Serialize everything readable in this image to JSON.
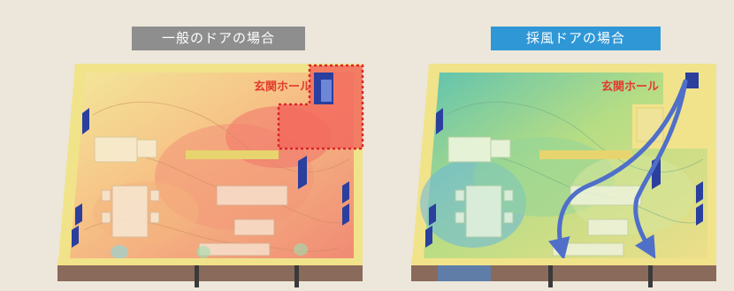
{
  "panels": {
    "left": {
      "title": "一般のドアの場合",
      "hall_label": "玄関ホール",
      "theme": "warm",
      "colors": {
        "label_bg": "#8e8e8e",
        "hall_text": "#e23b2e"
      }
    },
    "right": {
      "title": "採風ドアの場合",
      "hall_label": "玄関ホール",
      "theme": "cool",
      "colors": {
        "label_bg": "#2f97d6",
        "hall_text": "#e23b2e",
        "arrow": "#4f6fc9"
      }
    }
  }
}
